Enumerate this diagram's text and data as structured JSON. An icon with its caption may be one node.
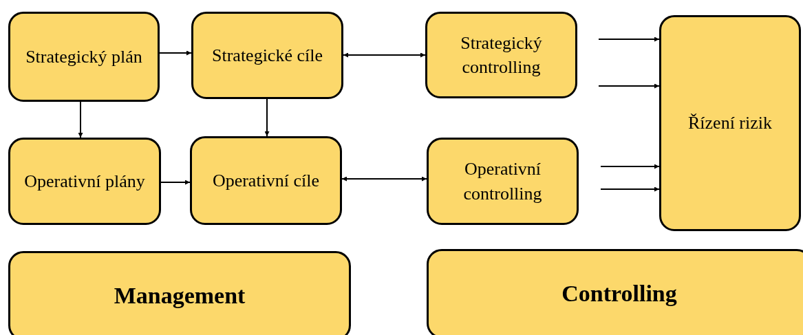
{
  "diagram": {
    "nodes": [
      {
        "text": [
          "Strategický plán"
        ]
      },
      {
        "text": [
          "Strategické cíle"
        ]
      },
      {
        "text": [
          "Strategický controlling"
        ]
      },
      {
        "text": [
          "Řízení rizik"
        ]
      },
      {
        "text": [
          "Operativní plány"
        ]
      },
      {
        "text": [
          "Operativní cíle"
        ]
      },
      {
        "text": [
          "Operativní controlling"
        ]
      },
      {
        "text": [
          "Management"
        ]
      },
      {
        "text": [
          "Controlling"
        ]
      }
    ],
    "edges": [
      {
        "from": 0,
        "to": 1,
        "arrow": "to"
      },
      {
        "from": 0,
        "to": 4,
        "arrow": "to"
      },
      {
        "from": 1,
        "to": 5,
        "arrow": "to"
      },
      {
        "from": 1,
        "to": 2,
        "arrow": "both"
      },
      {
        "from": 4,
        "to": 5,
        "arrow": "to"
      },
      {
        "from": 5,
        "to": 6,
        "arrow": "both"
      },
      {
        "from": null,
        "to": 3,
        "arrow": "to"
      },
      {
        "from": null,
        "to": 3,
        "arrow": "to"
      },
      {
        "from": null,
        "to": 3,
        "arrow": "to"
      },
      {
        "from": null,
        "to": 3,
        "arrow": "to"
      }
    ]
  }
}
